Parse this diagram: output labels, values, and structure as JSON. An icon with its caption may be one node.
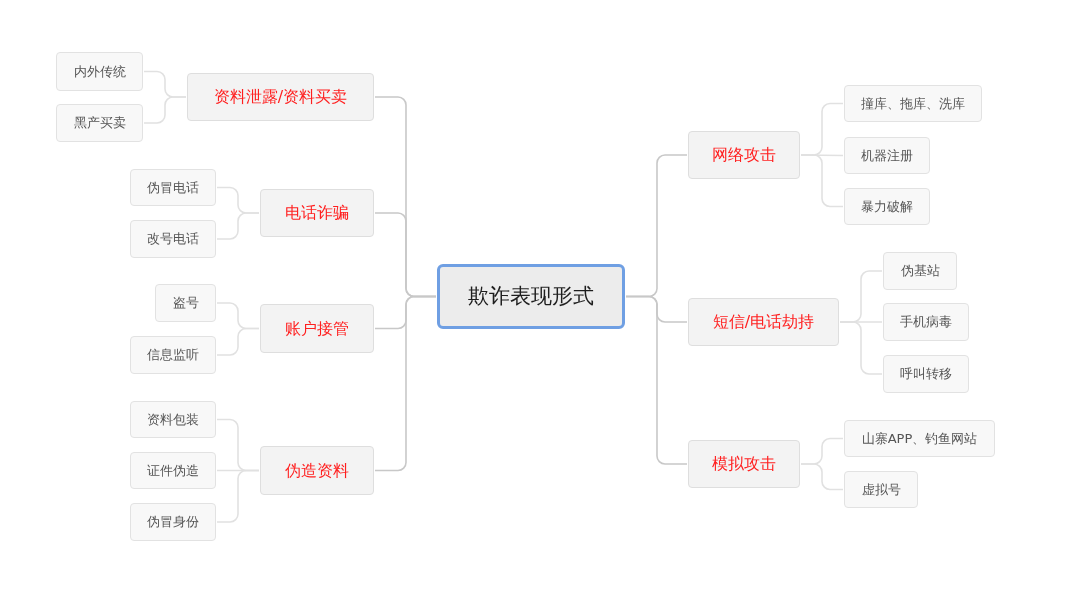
{
  "diagram": {
    "nodes": [
      {
        "text": [
          "欺诈表现形式"
        ]
      },
      {
        "text": [
          "资料泄露/资料买卖"
        ]
      },
      {
        "text": [
          "内外传统"
        ]
      },
      {
        "text": [
          "黑产买卖"
        ]
      },
      {
        "text": [
          "电话诈骗"
        ]
      },
      {
        "text": [
          "伪冒电话"
        ]
      },
      {
        "text": [
          "改号电话"
        ]
      },
      {
        "text": [
          "账户接管"
        ]
      },
      {
        "text": [
          "盗号"
        ]
      },
      {
        "text": [
          "信息监听"
        ]
      },
      {
        "text": [
          "伪造资料"
        ]
      },
      {
        "text": [
          "资料包装"
        ]
      },
      {
        "text": [
          "证件伪造"
        ]
      },
      {
        "text": [
          "伪冒身份"
        ]
      },
      {
        "text": [
          "网络攻击"
        ]
      },
      {
        "text": [
          "撞库、拖库、洗库"
        ]
      },
      {
        "text": [
          "机器注册"
        ]
      },
      {
        "text": [
          "暴力破解"
        ]
      },
      {
        "text": [
          "短信/电话劫持"
        ]
      },
      {
        "text": [
          "伪基站"
        ]
      },
      {
        "text": [
          "手机病毒"
        ]
      },
      {
        "text": [
          "呼叫转移"
        ]
      },
      {
        "text": [
          "模拟攻击"
        ]
      },
      {
        "text": [
          "山寨APP、钓鱼网站"
        ]
      },
      {
        "text": [
          "虚拟号"
        ]
      }
    ],
    "edges": [
      {
        "from": 0,
        "to": 1,
        "arrow": "none",
        "color": "#c8c8c8"
      },
      {
        "from": 1,
        "to": 2,
        "arrow": "none"
      },
      {
        "from": 1,
        "to": 3,
        "arrow": "none"
      },
      {
        "from": 0,
        "to": 4,
        "arrow": "none",
        "color": "#c8c8c8"
      },
      {
        "from": 4,
        "to": 5,
        "arrow": "none"
      },
      {
        "from": 4,
        "to": 6,
        "arrow": "none"
      },
      {
        "from": 0,
        "to": 7,
        "arrow": "none",
        "color": "#c8c8c8"
      },
      {
        "from": 7,
        "to": 8,
        "arrow": "none"
      },
      {
        "from": 7,
        "to": 9,
        "arrow": "none"
      },
      {
        "from": 0,
        "to": 10,
        "arrow": "none",
        "color": "#c8c8c8"
      },
      {
        "from": 10,
        "to": 11,
        "arrow": "none"
      },
      {
        "from": 10,
        "to": 12,
        "arrow": "none"
      },
      {
        "from": 10,
        "to": 13,
        "arrow": "none"
      },
      {
        "from": 0,
        "to": 14,
        "arrow": "none",
        "color": "#c8c8c8"
      },
      {
        "from": 14,
        "to": 15,
        "arrow": "none"
      },
      {
        "from": 14,
        "to": 16,
        "arrow": "none"
      },
      {
        "from": 14,
        "to": 17,
        "arrow": "none"
      },
      {
        "from": 0,
        "to": 18,
        "arrow": "none",
        "color": "#c8c8c8"
      },
      {
        "from": 18,
        "to": 19,
        "arrow": "none"
      },
      {
        "from": 18,
        "to": 20,
        "arrow": "none"
      },
      {
        "from": 18,
        "to": 21,
        "arrow": "none"
      },
      {
        "from": 0,
        "to": 22,
        "arrow": "none",
        "color": "#c8c8c8"
      },
      {
        "from": 22,
        "to": 23,
        "arrow": "none"
      },
      {
        "from": 22,
        "to": 24,
        "arrow": "none"
      }
    ]
  }
}
